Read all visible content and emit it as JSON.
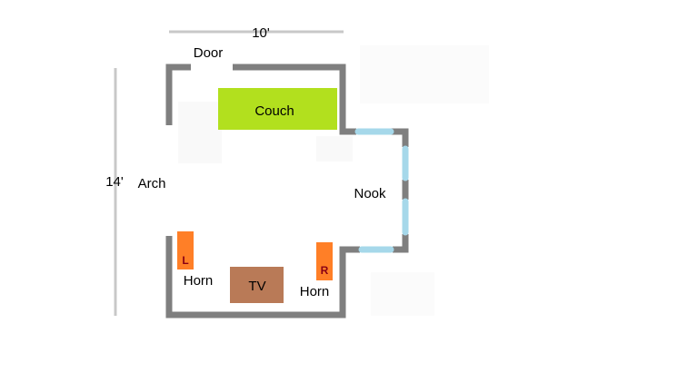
{
  "dimensions": {
    "width_label": "10'",
    "length_label": "14'"
  },
  "labels": {
    "door": "Door",
    "arch": "Arch",
    "nook": "Nook",
    "horn_left": "Horn",
    "horn_right": "Horn"
  },
  "furniture": {
    "couch": "Couch",
    "tv": "TV",
    "speaker_left": "L",
    "speaker_right": "R"
  },
  "colors": {
    "wall": "#7f7f7f",
    "window": "#a6d8ea",
    "couch": "#b2e01e",
    "tv": "#b97a57",
    "speaker": "#ff7f27",
    "dimension_line": "#c8c8c8",
    "speaker_text": "#880015"
  }
}
